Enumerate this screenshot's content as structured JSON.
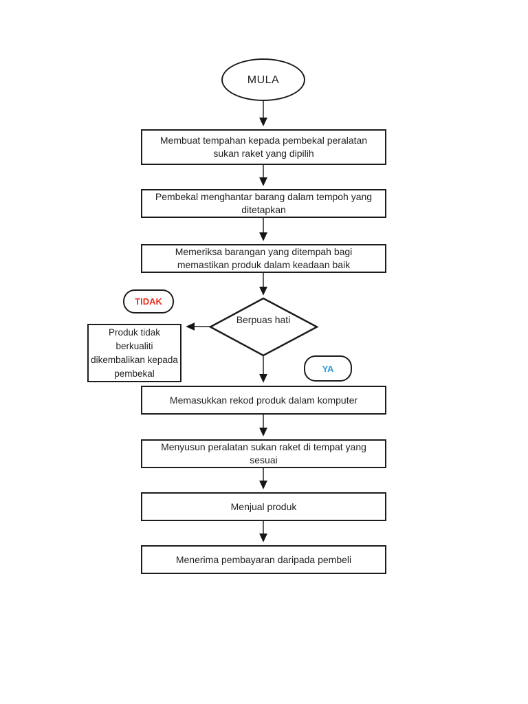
{
  "page": {
    "background": "#ffffff",
    "shape_border_color": "#1c1c1c",
    "arrow_color": "#3f3f3f"
  },
  "flowchart": {
    "type": "flowchart",
    "language": "Malay",
    "nodes": {
      "start": {
        "type": "terminator",
        "label": "MULA"
      },
      "step1": {
        "type": "process",
        "label": "Membuat tempahan kepada pembekal peralatan sukan raket yang dipilih"
      },
      "step2": {
        "type": "process",
        "label": "Pembekal menghantar barang dalam tempoh yang ditetapkan"
      },
      "step3": {
        "type": "process",
        "label": "Memeriksa barangan yang ditempah bagi memastikan produk dalam keadaan baik"
      },
      "decision": {
        "type": "decision",
        "label": "Berpuas hati"
      },
      "no_label": {
        "type": "connector-label",
        "label": "TIDAK",
        "color": "#ed3024"
      },
      "yes_label": {
        "type": "connector-label",
        "label": "YA",
        "color": "#2e9bd5"
      },
      "reject": {
        "type": "process",
        "label": "Produk tidak berkualiti dikembalikan kepada pembekal"
      },
      "step4": {
        "type": "process",
        "label": "Memasukkan rekod produk dalam komputer"
      },
      "step5": {
        "type": "process",
        "label": "Menyusun peralatan sukan raket di tempat yang sesuai"
      },
      "step6": {
        "type": "process",
        "label": "Menjual produk"
      },
      "step7": {
        "type": "process",
        "label": "Menerima pembayaran daripada pembeli"
      }
    },
    "edges": [
      {
        "from": "start",
        "to": "step1"
      },
      {
        "from": "step1",
        "to": "step2"
      },
      {
        "from": "step2",
        "to": "step3"
      },
      {
        "from": "step3",
        "to": "decision"
      },
      {
        "from": "decision",
        "to": "reject",
        "condition": "TIDAK"
      },
      {
        "from": "decision",
        "to": "step4",
        "condition": "YA"
      },
      {
        "from": "step4",
        "to": "step5"
      },
      {
        "from": "step5",
        "to": "step6"
      },
      {
        "from": "step6",
        "to": "step7"
      }
    ]
  }
}
